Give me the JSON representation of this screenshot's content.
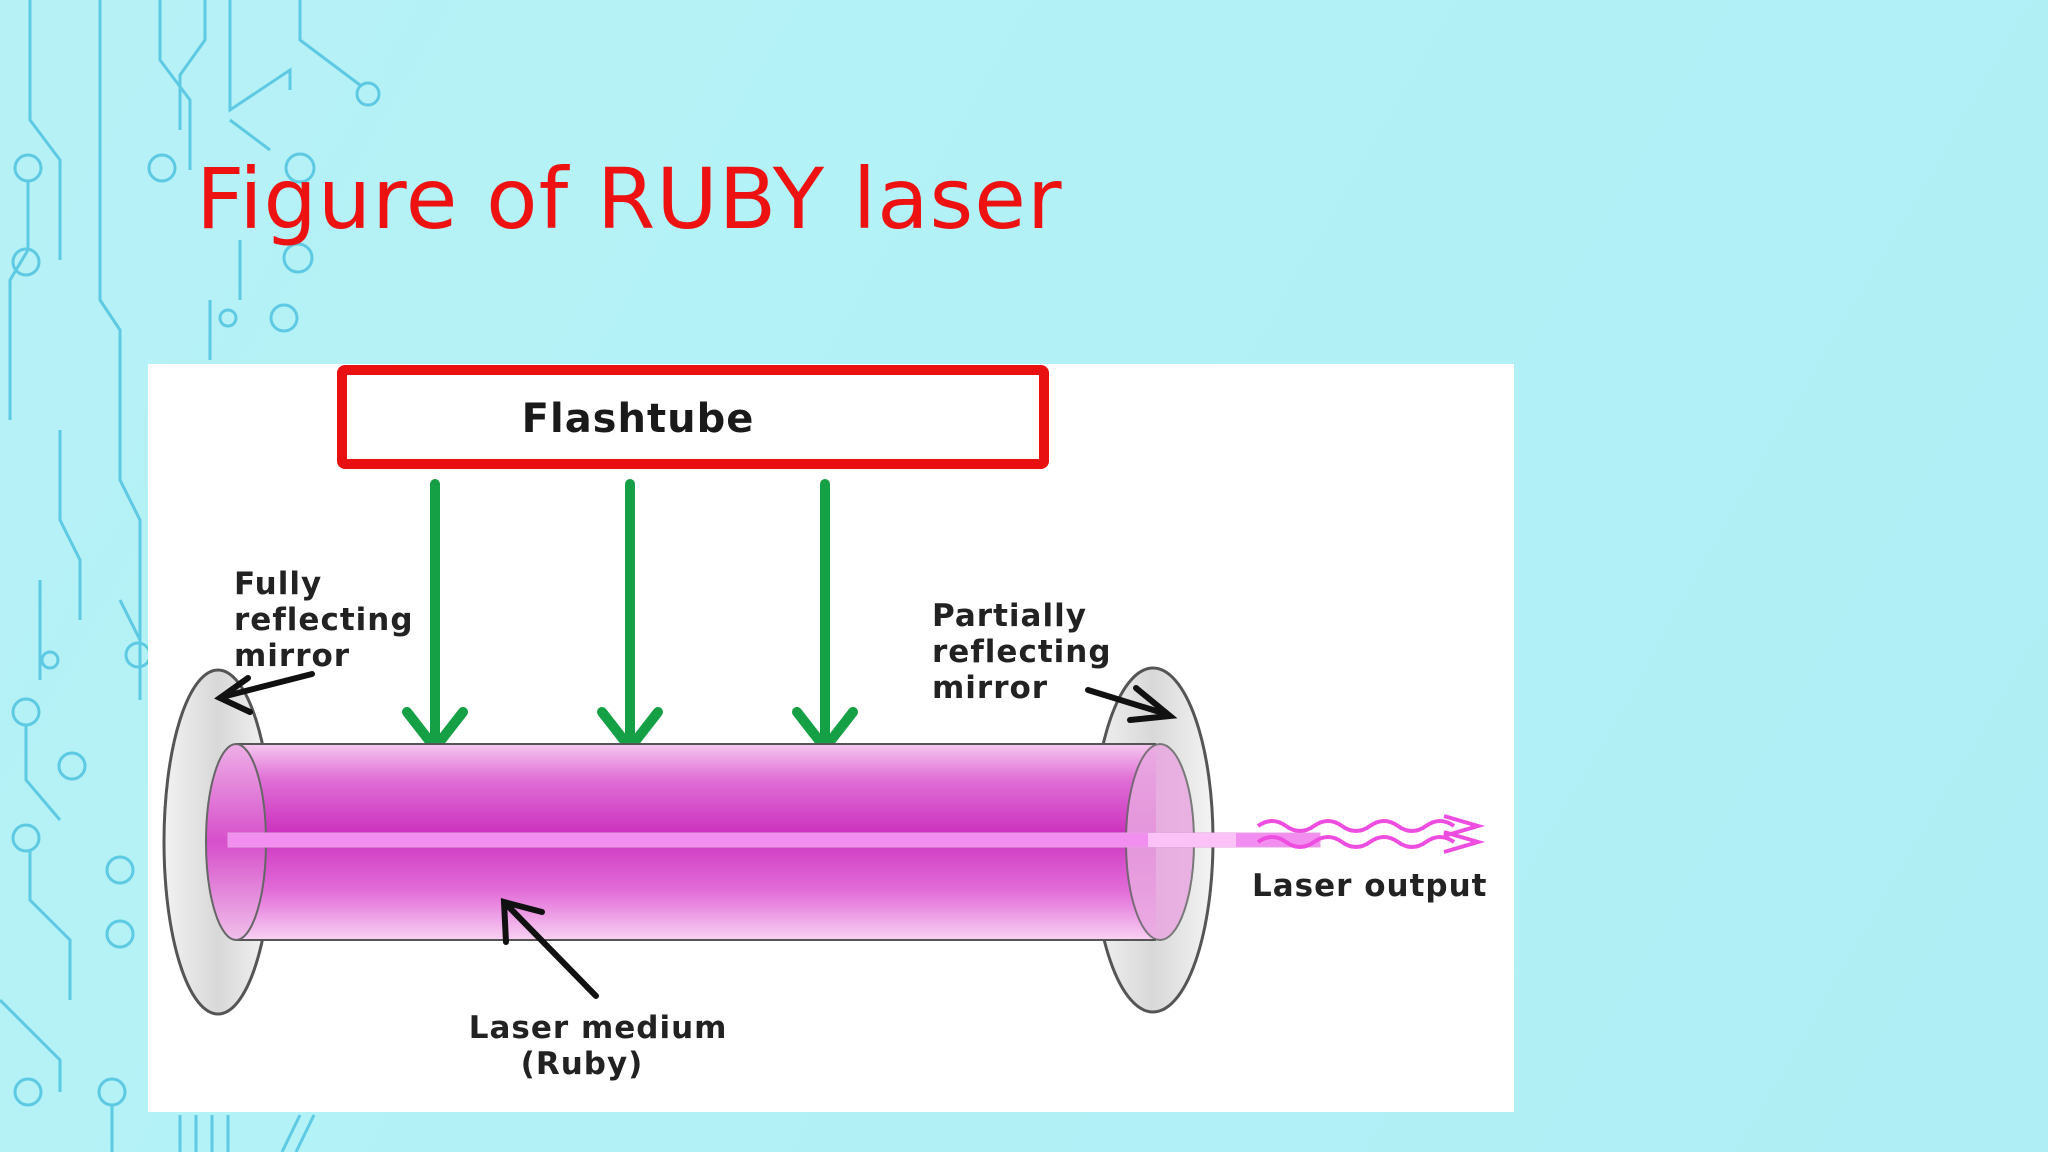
{
  "slide": {
    "title": "Figure of RUBY laser",
    "title_color": "#ee1111",
    "background_color": "#b4f1f6"
  },
  "diagram": {
    "flashtube_label": "Flashtube",
    "fully_reflecting_mirror_label": [
      "Fully",
      "reflecting",
      "mirror"
    ],
    "partially_reflecting_mirror_label": [
      "Partially",
      "reflecting",
      "mirror"
    ],
    "laser_medium_label": [
      "Laser medium",
      "(Ruby)"
    ],
    "laser_output_label": "Laser output",
    "colors": {
      "flashtube_border": "#e81010",
      "pump_arrows": "#15a045",
      "ruby_rod": "#d43fc4",
      "laser_beam": "#f28ef0",
      "output_waves": "#ee4ee0",
      "mirror": "#e4e4e4"
    }
  }
}
